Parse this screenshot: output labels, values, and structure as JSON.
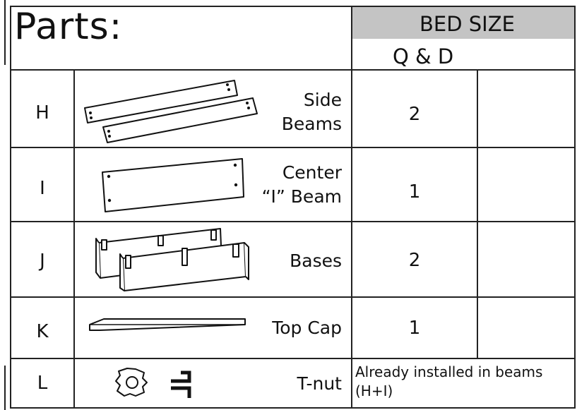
{
  "header": {
    "title": "Parts:",
    "bed_size_label": "BED SIZE",
    "size_column": "Q & D"
  },
  "parts": [
    {
      "letter": "H",
      "name_line1": "Side",
      "name_line2": "Beams",
      "qty": "2",
      "icon": "side-beams-icon"
    },
    {
      "letter": "I",
      "name_line1": "Center",
      "name_line2": "“I” Beam",
      "qty": "1",
      "icon": "center-beam-icon"
    },
    {
      "letter": "J",
      "name_line1": "Bases",
      "qty": "2",
      "icon": "bases-icon"
    },
    {
      "letter": "K",
      "name_line1": "Top Cap",
      "qty": "1",
      "icon": "top-cap-icon"
    },
    {
      "letter": "L",
      "name_line1": "T-nut",
      "note_line1": "Already installed in beams",
      "note_line2": "(H+I)",
      "icon": "t-nut-icon"
    }
  ],
  "colors": {
    "header_fill": "#c4c4c4",
    "line": "#222222"
  }
}
